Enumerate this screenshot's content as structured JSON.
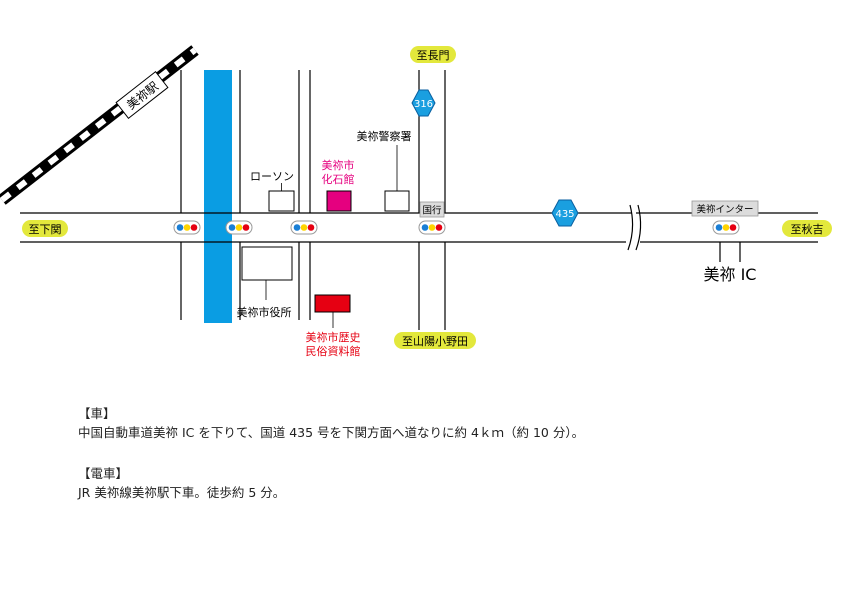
{
  "map": {
    "station": "美祢駅",
    "dest_nagato": "至長門",
    "dest_shimonoseki": "至下関",
    "dest_akiyoshi": "至秋吉",
    "dest_sanyo_onoda": "至山陽小野田",
    "route_316": "316",
    "route_435": "435",
    "lawson": "ローソン",
    "fossil_museum_line1": "美祢市",
    "fossil_museum_line2": "化石館",
    "police": "美祢警察署",
    "kokugyo": "国行",
    "mine_interchange_sign": "美祢インター",
    "mine_ic": "美祢 IC",
    "city_hall": "美祢市役所",
    "history_museum_line1": "美祢市歴史",
    "history_museum_line2": "民俗資料館",
    "colors": {
      "river": "#0a9de3",
      "dest_badge": "#e3e83c",
      "route_shield": "#1a9fe0",
      "fossil_museum": "#e5007f",
      "history_museum": "#e60012",
      "sign_gray": "#dcdcdc",
      "signal_blue": "#1a7fd6",
      "signal_yellow": "#ffd400",
      "signal_red": "#e60012"
    }
  },
  "directions": {
    "car_heading": "【車】",
    "car_text": "中国自動車道美祢 IC を下りて、国道 435 号を下関方面へ道なりに約 4ｋｍ（約 10 分）。",
    "train_heading": "【電車】",
    "train_text": "JR 美祢線美祢駅下車。徒歩約 5 分。"
  }
}
